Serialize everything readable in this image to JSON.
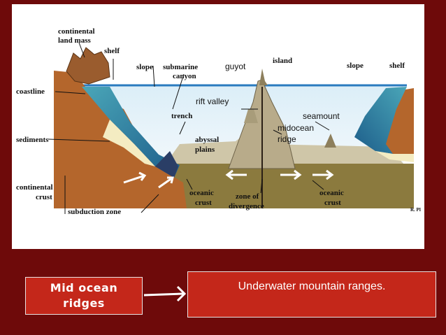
{
  "diagram": {
    "labels": {
      "continental_land_mass": [
        "continental",
        "land mass"
      ],
      "shelf_left": "shelf",
      "slope_left": "slope",
      "submarine_canyon": [
        "submarine",
        "canyon"
      ],
      "guyot": "guyot",
      "island": "island",
      "slope_right": "slope",
      "shelf_right": "shelf",
      "coastline": "coastline",
      "rift_valley": "rift valley",
      "trench": "trench",
      "seamount": "seamount",
      "midocean_ridge": [
        "midocean",
        "ridge"
      ],
      "abyssal_plains": [
        "abyssal",
        "plains"
      ],
      "sediments": "sediments",
      "continental_crust": [
        "continental",
        "crust"
      ],
      "oceanic_crust_left": [
        "oceanic",
        "crust"
      ],
      "zone_of_divergence": [
        "zone of",
        "divergence"
      ],
      "oceanic_crust_right": [
        "oceanic",
        "crust"
      ],
      "subduction_zone": "subduction zone",
      "credit": "R. Pl"
    }
  },
  "term": {
    "line1": "Mid ocean",
    "line2": "ridges"
  },
  "definition": "Underwater mountain ranges.",
  "colors": {
    "slide_background": "#6e0a0a",
    "box_fill": "#c4271a"
  }
}
